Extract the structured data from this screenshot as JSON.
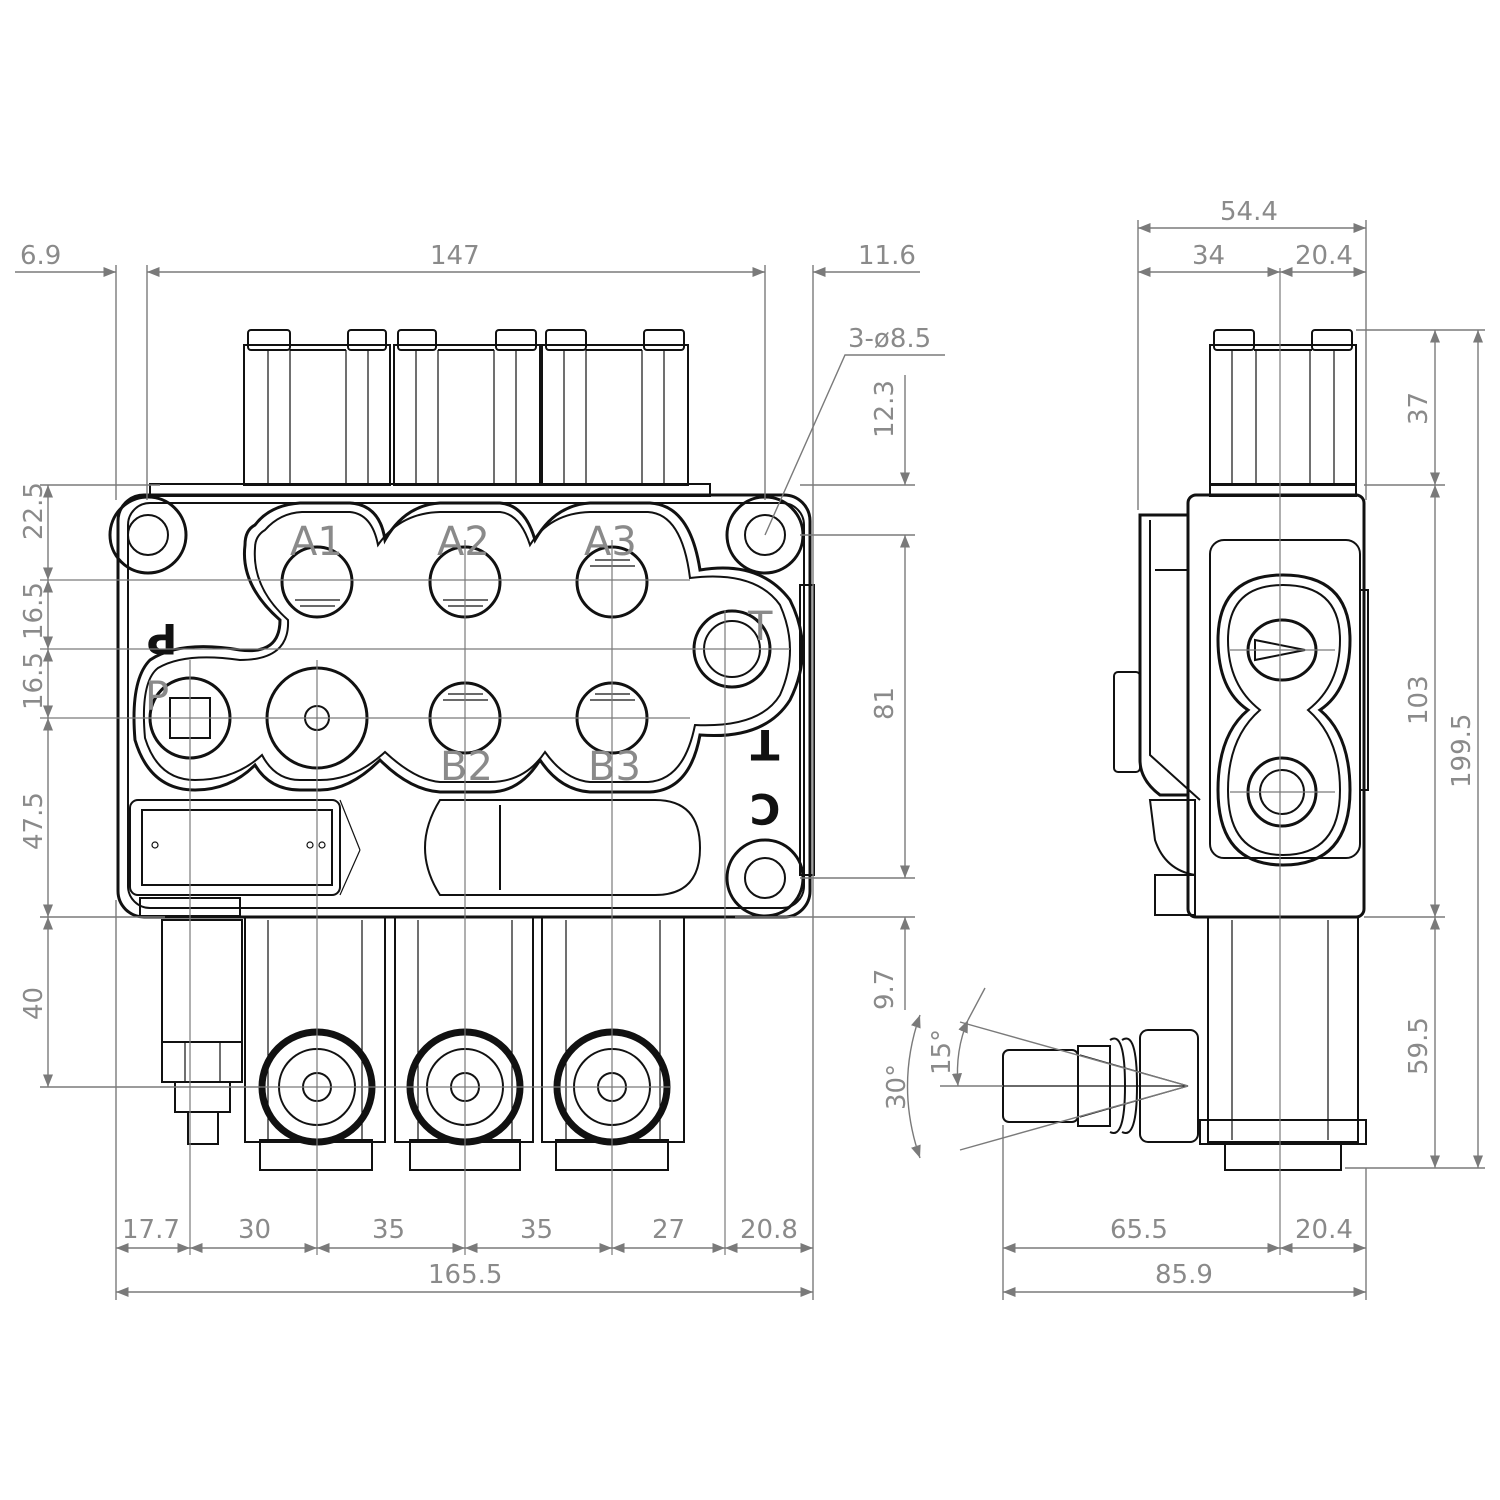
{
  "front_view": {
    "top_dims": [
      "6.9",
      "147",
      "11.6"
    ],
    "hole_note": "3-ø8.5",
    "right_dims": [
      "12.3",
      "81",
      "9.7"
    ],
    "left_dims": [
      "22.5",
      "16.5",
      "16.5",
      "47.5",
      "40"
    ],
    "bottom_dims": [
      "17.7",
      "30",
      "35",
      "35",
      "27",
      "20.8"
    ],
    "overall_width": "165.5",
    "ports": {
      "a1": "A1",
      "a2": "A2",
      "a3": "A3",
      "b2": "B2",
      "b3": "B3",
      "p": "P",
      "t": "T"
    },
    "body_marks": {
      "p_mark": "P",
      "t_mark": "T",
      "c_mark": "C"
    }
  },
  "side_view": {
    "top_total": "54.4",
    "top_dims": [
      "34",
      "20.4"
    ],
    "right_dims": [
      "37",
      "103",
      "59.5"
    ],
    "overall_height": "199.5",
    "bottom_dims": [
      "65.5",
      "20.4"
    ],
    "overall_depth": "85.9",
    "angles": [
      "30°",
      "15°"
    ]
  }
}
